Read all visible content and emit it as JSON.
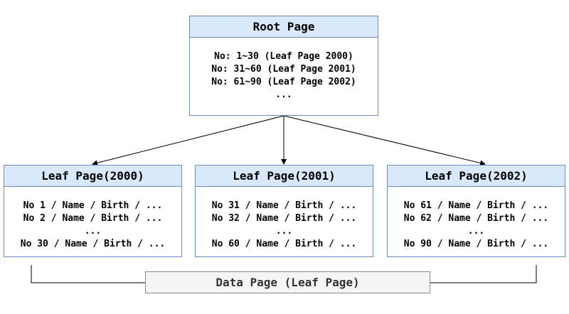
{
  "root": {
    "title": "Root Page",
    "lines": [
      "No: 1~30 (Leaf Page 2000)",
      "No: 31~60 (Leaf Page 2001)",
      "No: 61~90 (Leaf Page 2002)",
      "..."
    ]
  },
  "leaves": [
    {
      "title": "Leaf Page(2000)",
      "lines": [
        "No 1 / Name / Birth / ...",
        "No 2 / Name / Birth / ...",
        "...",
        "No 30 / Name / Birth / ..."
      ]
    },
    {
      "title": "Leaf Page(2001)",
      "lines": [
        "No 31 / Name / Birth / ...",
        "No 32 / Name / Birth / ...",
        "...",
        "No 60 / Name / Birth / ..."
      ]
    },
    {
      "title": "Leaf Page(2002)",
      "lines": [
        "No 61 / Name / Birth / ...",
        "No 62 / Name / Birth / ...",
        "...",
        "No 90 / Name / Birth / ..."
      ]
    }
  ],
  "data_page_label": "Data Page (Leaf Page)",
  "colors": {
    "header_fill": "#dae8fc",
    "header_stroke": "#6c8ebf",
    "label_fill": "#f5f5f5"
  }
}
